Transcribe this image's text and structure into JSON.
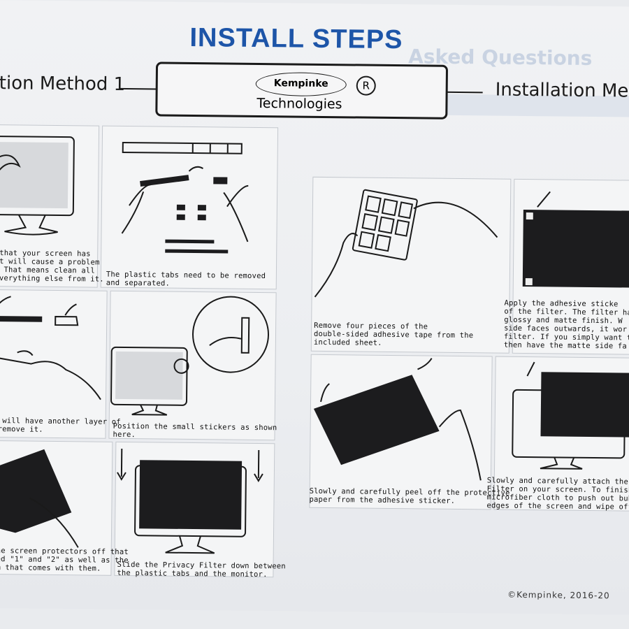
{
  "header": {
    "title": "INSTALL STEPS",
    "method_left": "tion Method 1",
    "method_right": "Installation Me",
    "brand": "Kempinke",
    "brand_mark": "R",
    "brand_sub": "Technologies"
  },
  "steps_left": [
    {
      "caption": "e that your screen has\nhat will cause a problem\nl. That means clean all\n everything else from it."
    },
    {
      "caption": "The plastic tabs need to be removed\nand separated."
    },
    {
      "caption": "ce will have another layer of\ny remove it."
    },
    {
      "caption": "Position the small stickers as shown\nhere."
    },
    {
      "caption": " the screen protectors off that\nrked \"1\" and \"2\" as well as the\nilm that comes with them."
    },
    {
      "caption": "Slide the Privacy Filter down between\nthe plastic tabs and the monitor."
    }
  ],
  "steps_right": [
    {
      "caption": "Remove four pieces of the\ndouble-sided adhesive tape from the\nincluded sheet."
    },
    {
      "caption": "Apply the adhesive sticke\nof the filter. The filter ha\nglossy and matte finish. W\nside faces outwards, it wor\nfilter. If you simply want t\nthen have the matte side fa"
    },
    {
      "caption": "Slowly and carefully peel off the protective\npaper from the adhesive sticker."
    },
    {
      "caption": "Slowly and carefully attach the\nFilter on your screen. To finish, u\nmicrofiber cloth to push out bubble\nedges of the screen and wipe off an"
    }
  ],
  "footer": {
    "copyright": "©Kempinke,  2016-20"
  }
}
